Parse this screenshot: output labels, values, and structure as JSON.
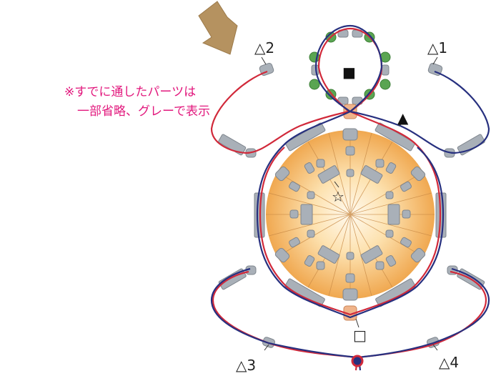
{
  "note": {
    "line1": "※すでに通したパーツは",
    "line2": "一部省略、グレーで表示"
  },
  "markers": {
    "t1": "△1",
    "t2": "△2",
    "t3": "△3",
    "t4": "△4",
    "filled_triangle": "▲",
    "filled_square": "■",
    "open_square": "□",
    "star": "☆"
  },
  "colors": {
    "red_thread": "#d1293a",
    "blue_thread": "#27307f",
    "gray_bead": "#a9b0b8",
    "orange_bead": "#f0b48a",
    "green_bead": "#5aa552",
    "disc_light": "#fde9c6",
    "disc_dark": "#f0a850",
    "arrow": "#b59260",
    "note_pink": "#e2187d"
  }
}
